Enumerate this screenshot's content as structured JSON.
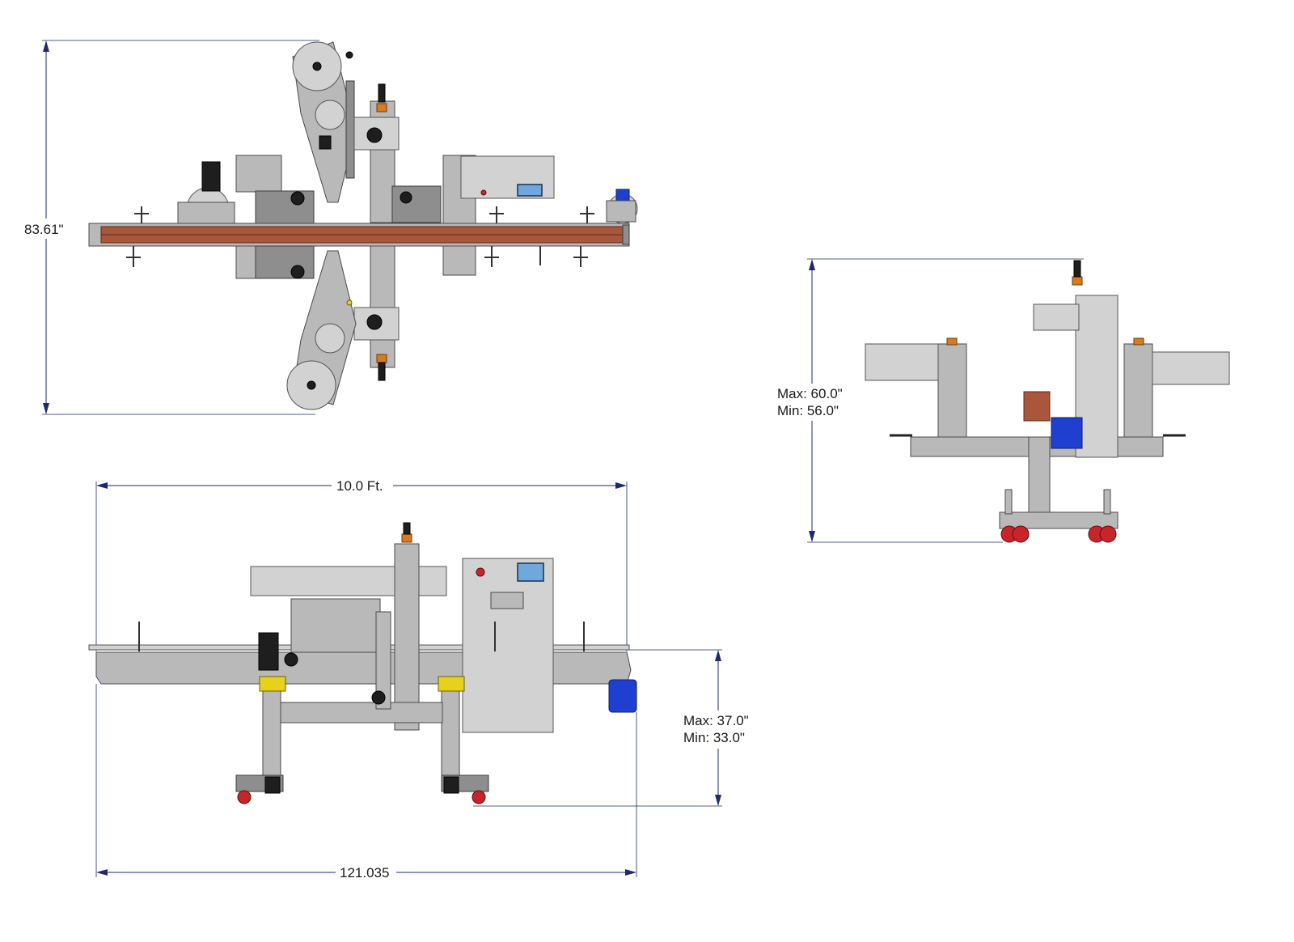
{
  "dimensions": {
    "top_height": "83.61\"",
    "top_width": "10.0 Ft.",
    "overall_length": "121.035",
    "side_height_max": "Max: 37.0\"",
    "side_height_min": "Min: 33.0\"",
    "end_height_max": "Max: 60.0\"",
    "end_height_min": "Min: 56.0\""
  },
  "colors": {
    "dimension_line": "#1c2a6e",
    "frame_steel": "#b9b9b9",
    "conveyor_chain": "#a9563a",
    "motor_blue": "#1f3fd0",
    "knob_orange": "#d97a1f",
    "caster_red": "#c8242a",
    "leveler_yellow": "#e6d21a"
  },
  "views": [
    "top-view",
    "side-view",
    "end-view"
  ]
}
